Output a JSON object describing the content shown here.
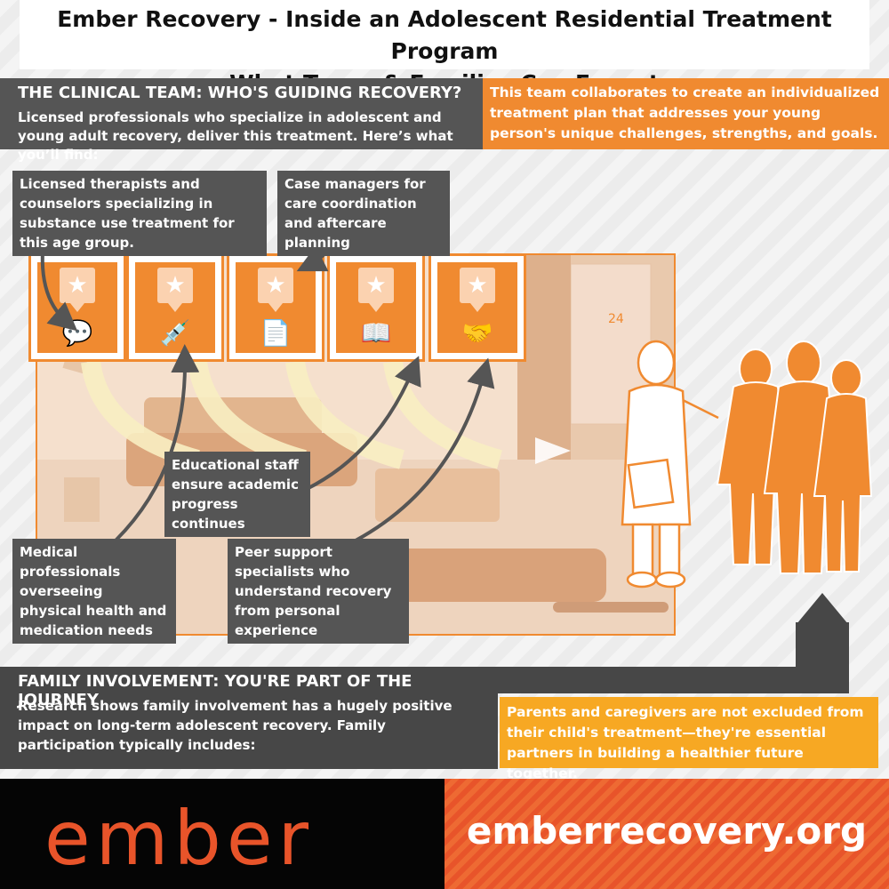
{
  "title": {
    "line1": "Ember Recovery - Inside an Adolescent Residential Treatment Program",
    "line2": "What Teens & Families Can Expect"
  },
  "clinical": {
    "heading": "THE CLINICAL TEAM: WHO'S GUIDING RECOVERY?",
    "body": "Licensed professionals who specialize in adolescent and young adult recovery, deliver this treatment. Here’s what you’ll find:",
    "collab": "This team collaborates to create an individualized treatment plan that addresses your young person's unique challenges, strengths, and goals."
  },
  "callouts": {
    "therapists": "Licensed therapists and counselors specializing in substance use treatment for this age group.",
    "case_managers": "Case managers for care coordination and aftercare planning",
    "educational": "Educational staff ensure academic progress continues",
    "medical": "Medical professionals overseeing physical health and medication needs",
    "peer": "Peer support specialists who understand recovery from personal experience"
  },
  "icons": [
    {
      "name": "chat-bubbles-icon",
      "glyph": "💬"
    },
    {
      "name": "syringe-icon",
      "glyph": "💉"
    },
    {
      "name": "documents-icon",
      "glyph": "📄"
    },
    {
      "name": "book-icon",
      "glyph": "📖"
    },
    {
      "name": "handshake-icon",
      "glyph": "🤝"
    }
  ],
  "scene": {
    "clock_number": "24"
  },
  "family": {
    "heading": "FAMILY INVOLVEMENT: YOU'RE PART OF THE JOURNEY",
    "body": "Research shows family involvement has a hugely positive impact on long-term adolescent recovery. Family participation typically includes:",
    "parents": "Parents and caregivers are not excluded from their child's treatment—they're essential partners in building a healthier future together."
  },
  "footer": {
    "logo": "ember",
    "site": "emberrecovery.org"
  },
  "colors": {
    "orange": "#f08a30",
    "dark_gray": "#555555",
    "yellow": "#f7a823",
    "footer_orange": "#e8542a"
  }
}
